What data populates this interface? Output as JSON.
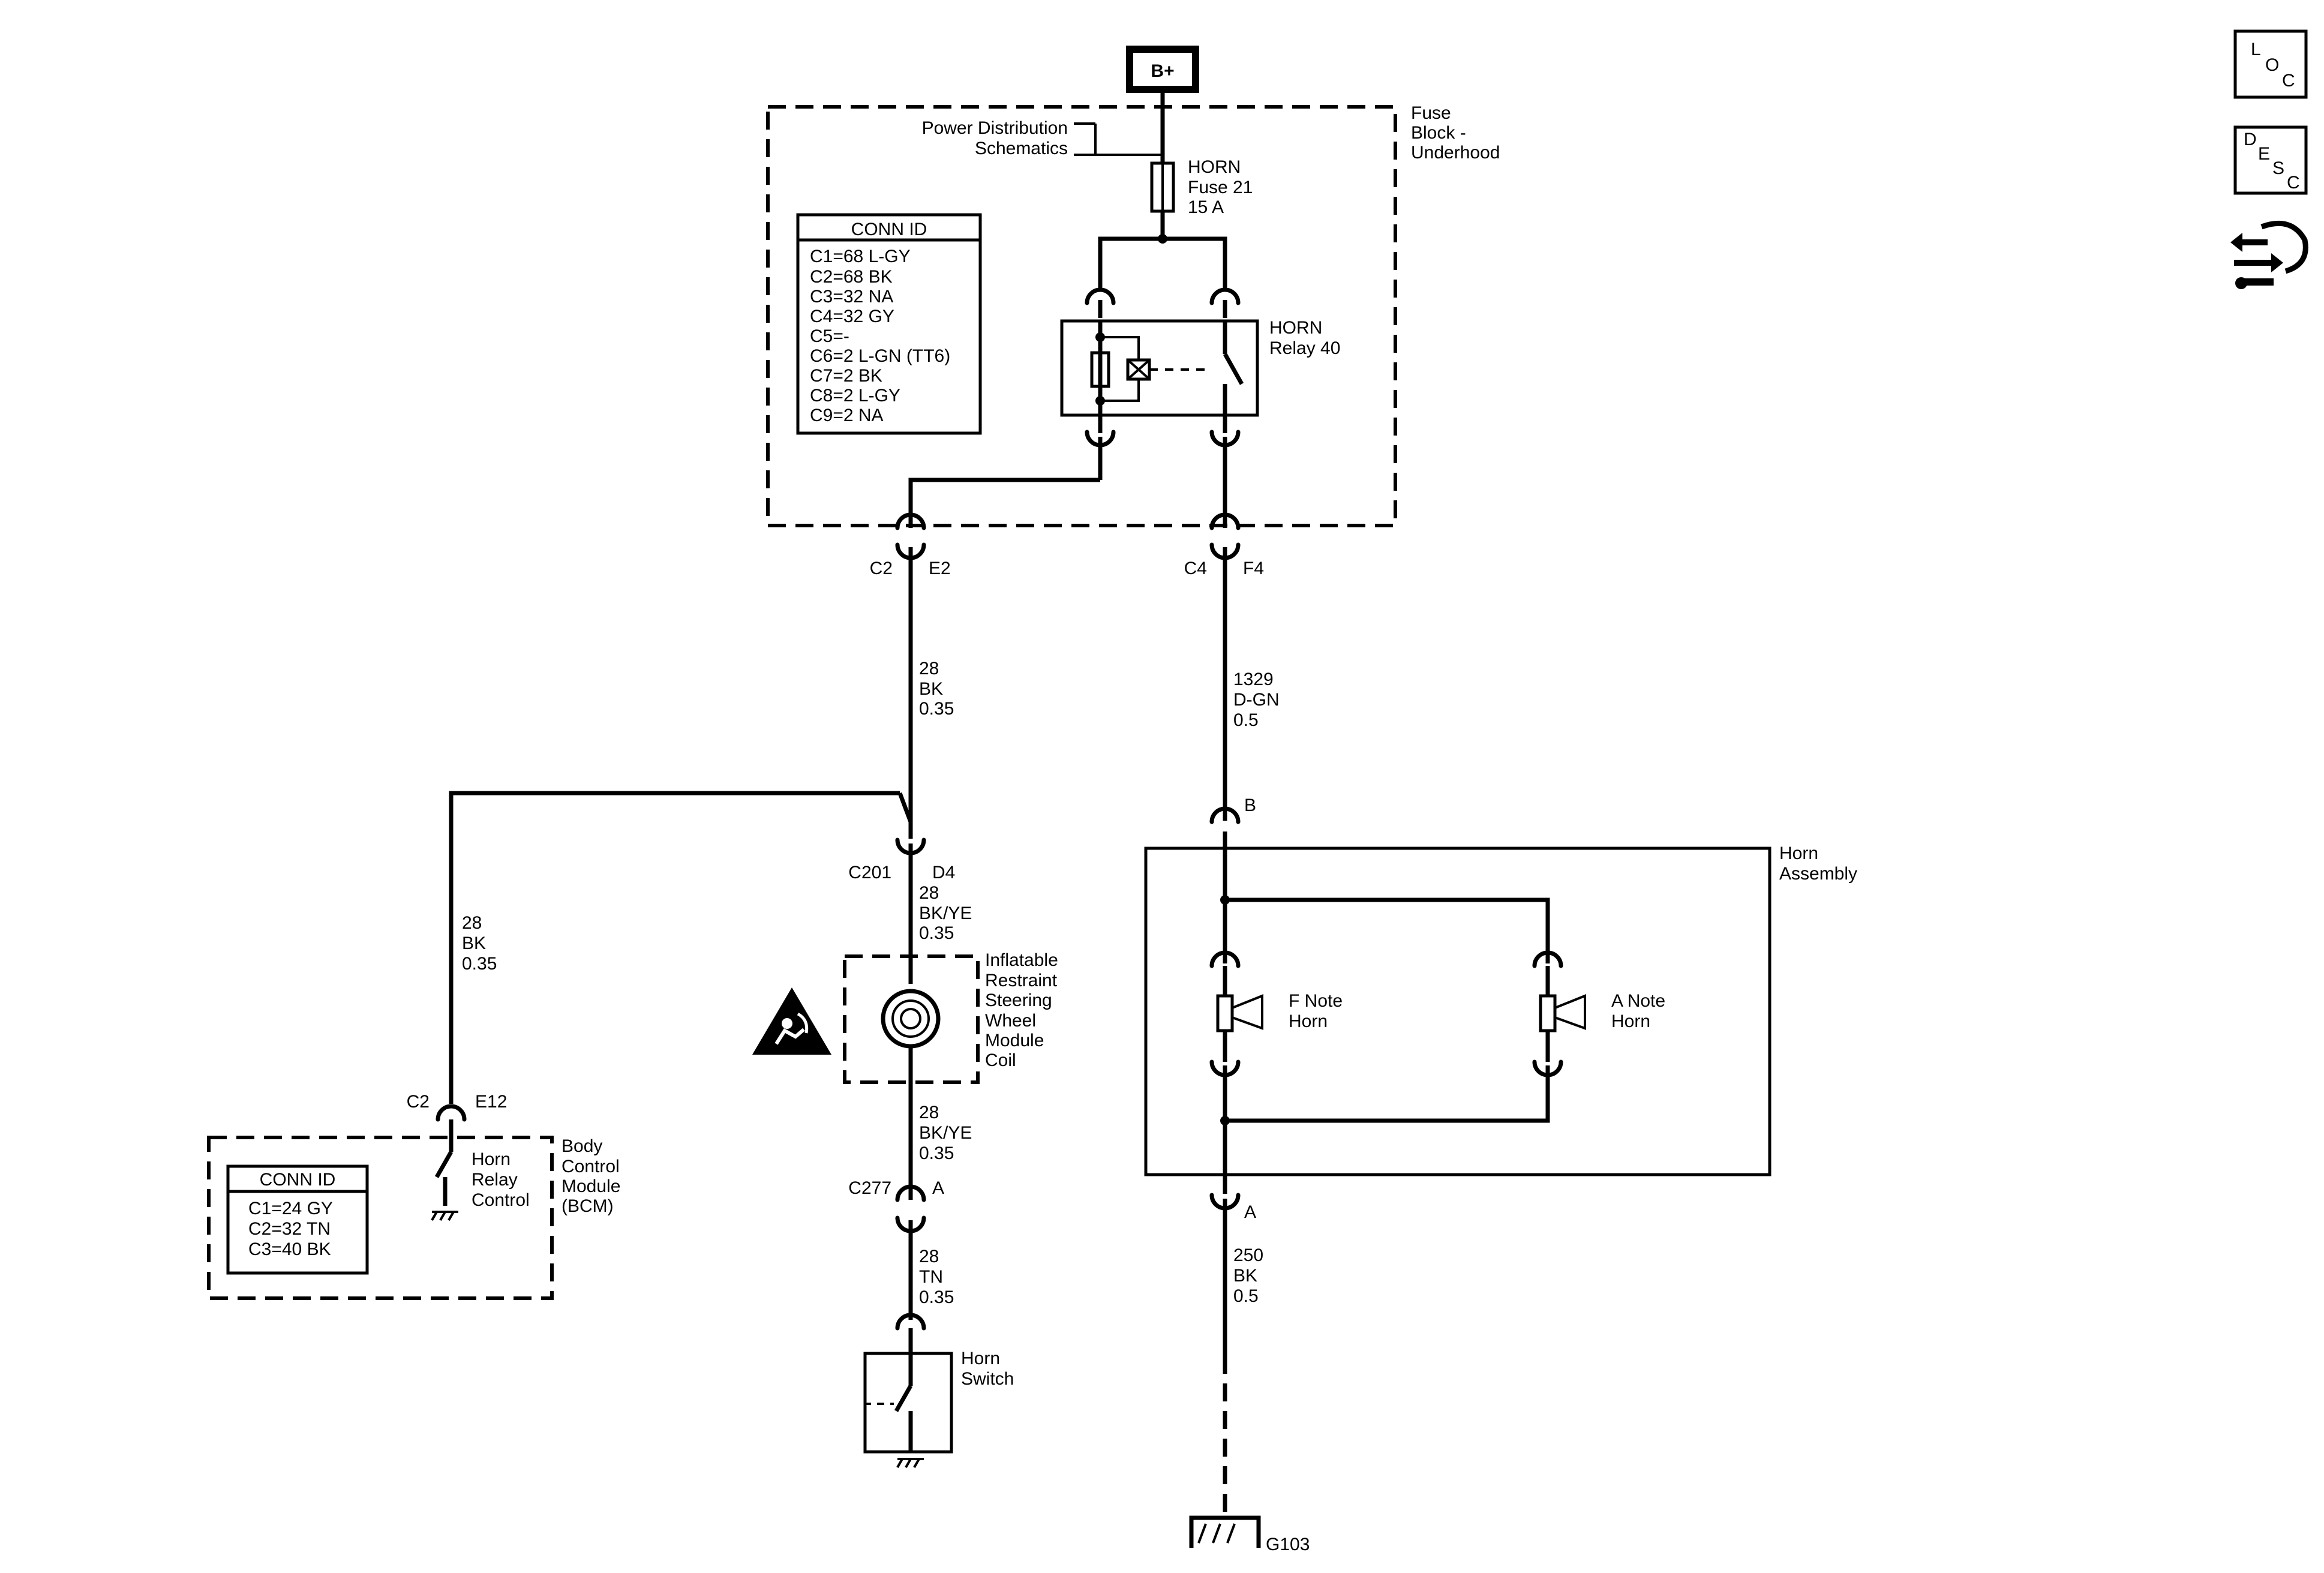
{
  "battery": {
    "label": "B+"
  },
  "fuse_block": {
    "title_lines": [
      "Fuse",
      "Block -",
      "Underhood"
    ],
    "power_dist_lines": [
      "Power Distribution",
      "Schematics"
    ],
    "fuse_lines": [
      "HORN",
      "Fuse 21",
      "15 A"
    ],
    "relay_lines": [
      "HORN",
      "Relay 40"
    ],
    "conn_id": {
      "title": "CONN ID",
      "lines": [
        "C1=68 L-GY",
        "C2=68 BK",
        "C3=32 NA",
        "C4=32 GY",
        "C5=-",
        "C6=2 L-GN (TT6)",
        "C7=2 BK",
        "C8=2 L-GY",
        "C9=2 NA"
      ]
    }
  },
  "connectors": {
    "c2_e2": {
      "left": "C2",
      "right": "E2"
    },
    "c4_f4": {
      "left": "C4",
      "right": "F4"
    },
    "c201_d4": {
      "left": "C201",
      "right": "D4"
    },
    "c277_a": {
      "left": "C277",
      "right": "A"
    },
    "bcm_c2_e12": {
      "left": "C2",
      "right": "E12"
    },
    "horn_b": {
      "label": "B"
    },
    "horn_a": {
      "label": "A"
    }
  },
  "wires": {
    "w28_bk_top": [
      "28",
      "BK",
      "0.35"
    ],
    "w1329": [
      "1329",
      "D-GN",
      "0.5"
    ],
    "w28_bk_left": [
      "28",
      "BK",
      "0.35"
    ],
    "w28_bkye_1": [
      "28",
      "BK/YE",
      "0.35"
    ],
    "w28_bkye_2": [
      "28",
      "BK/YE",
      "0.35"
    ],
    "w28_tn": [
      "28",
      "TN",
      "0.35"
    ],
    "w250_bk": [
      "250",
      "BK",
      "0.5"
    ]
  },
  "inflatable_restraint": {
    "lines": [
      "Inflatable",
      "Restraint",
      "Steering",
      "Wheel",
      "Module",
      "Coil"
    ]
  },
  "bcm": {
    "title_lines": [
      "Body",
      "Control",
      "Module",
      "(BCM)"
    ],
    "relay_control_lines": [
      "Horn",
      "Relay",
      "Control"
    ],
    "conn_id": {
      "title": "CONN ID",
      "lines": [
        "C1=24 GY",
        "C2=32 TN",
        "C3=40 BK"
      ]
    }
  },
  "horn_switch": {
    "lines": [
      "Horn",
      "Switch"
    ]
  },
  "horn_assembly": {
    "title_lines": [
      "Horn",
      "Assembly"
    ],
    "f_note_lines": [
      "F Note",
      "Horn"
    ],
    "a_note_lines": [
      "A Note",
      "Horn"
    ]
  },
  "ground": {
    "label": "G103"
  },
  "side_icons": {
    "loc": {
      "letters": [
        "L",
        "O",
        "C"
      ],
      "icon": "location-icon"
    },
    "desc": {
      "letters": [
        "D",
        "E",
        "S",
        "C"
      ],
      "icon": "description-icon"
    },
    "tool": {
      "icon": "diagnostic-tool-icon"
    }
  }
}
